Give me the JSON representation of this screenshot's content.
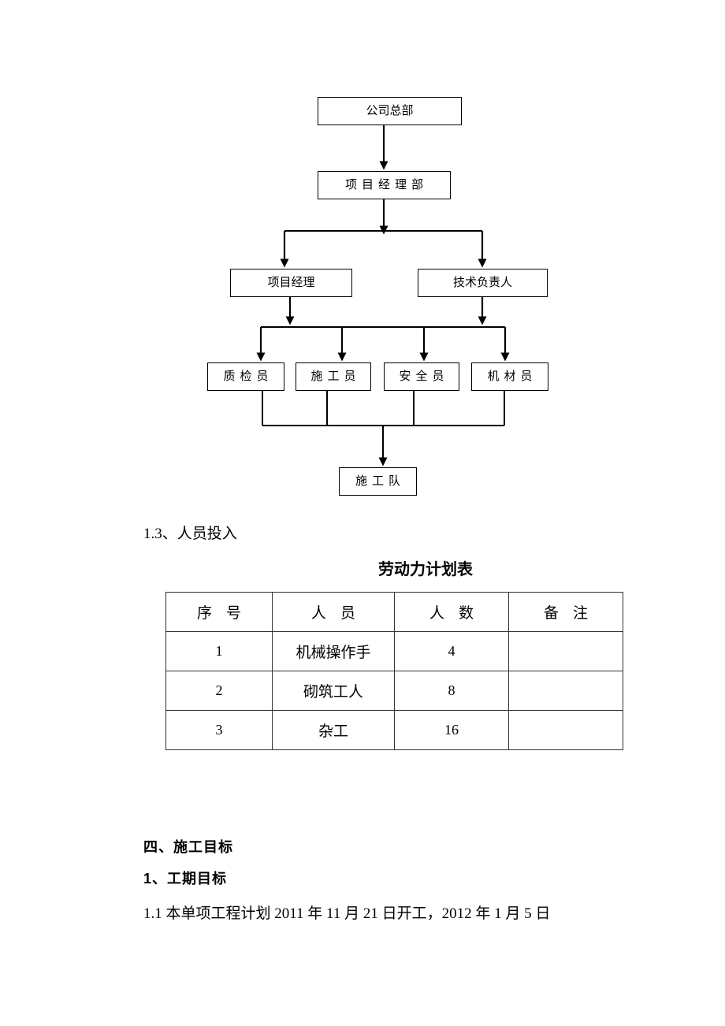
{
  "org_chart": {
    "nodes": {
      "hq": "公司总部",
      "project_manager_dept": "项目经理部",
      "project_manager": "项目经理",
      "technical_director": "技术负责人",
      "quality_inspector": "质检员",
      "construction_officer": "施工员",
      "safety_officer": "安全员",
      "equipment_officer": "机材员",
      "construction_team": "施工队"
    }
  },
  "section": {
    "personnel_heading": "1.3、人员投入",
    "table_title": "劳动力计划表"
  },
  "labor_table": {
    "headers": [
      "序号",
      "人员",
      "人数",
      "备注"
    ],
    "rows": [
      {
        "no": "1",
        "personnel": "机械操作手",
        "count": "4",
        "remark": ""
      },
      {
        "no": "2",
        "personnel": "砌筑工人",
        "count": "8",
        "remark": ""
      },
      {
        "no": "3",
        "personnel": "杂工",
        "count": "16",
        "remark": ""
      }
    ]
  },
  "goals": {
    "heading": "四、施工目标",
    "sub_heading": "1、工期目标",
    "duration_line": "1.1 本单项工程计划 2011 年 11 月 21 日开工，2012 年 1 月 5 日"
  },
  "colors": {
    "text": "#000000",
    "border": "#333333",
    "background": "#ffffff"
  }
}
